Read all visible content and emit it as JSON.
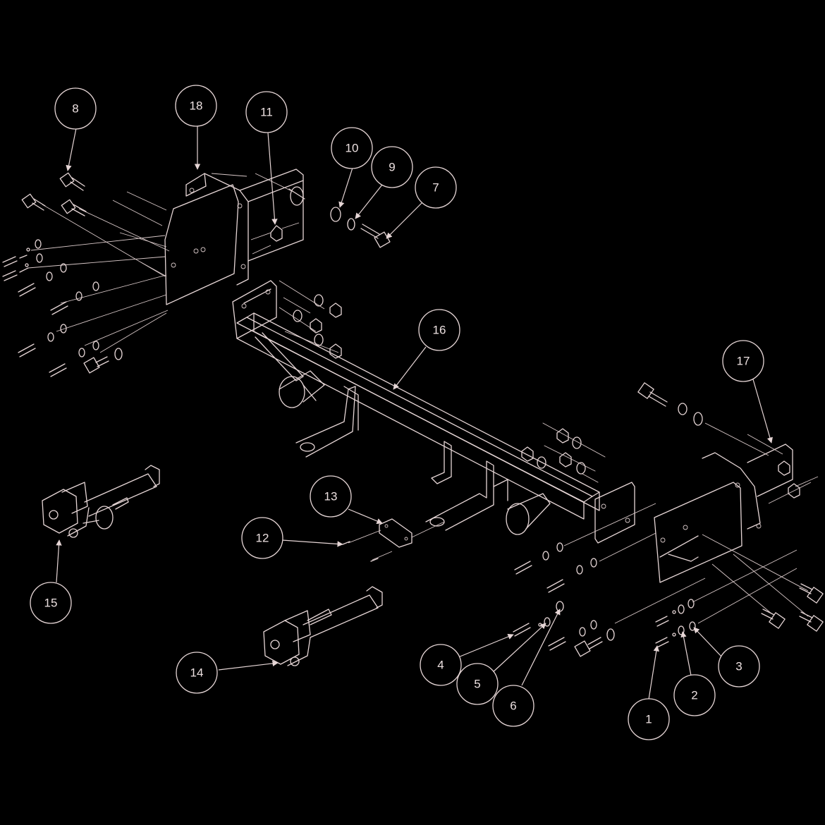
{
  "colors": {
    "background": "#000000",
    "line": "#e6d6d6"
  },
  "callouts": [
    "1",
    "2",
    "3",
    "4",
    "5",
    "6",
    "7",
    "8",
    "9",
    "10",
    "11",
    "12",
    "13",
    "14",
    "15",
    "16",
    "17",
    "18"
  ]
}
